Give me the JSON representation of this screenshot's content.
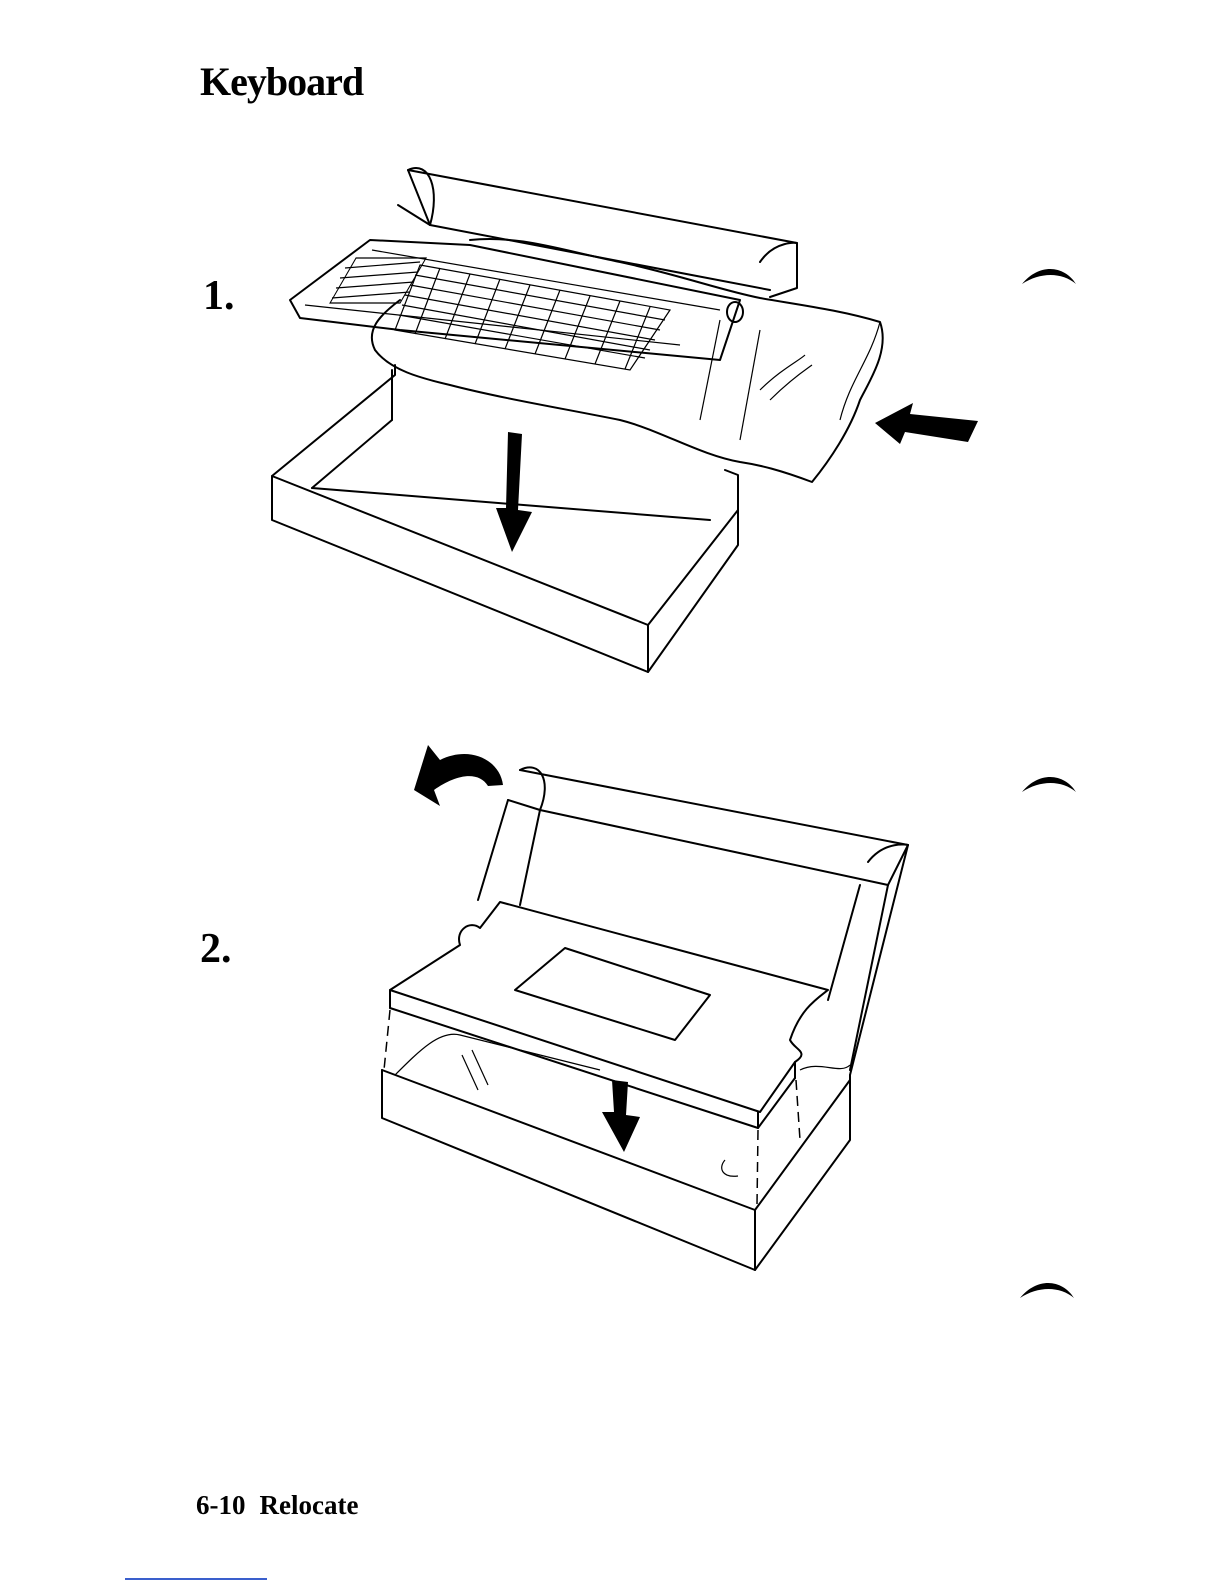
{
  "header": {
    "title": "Keyboard"
  },
  "steps": [
    {
      "number": "1."
    },
    {
      "number": "2."
    }
  ],
  "footer": {
    "page_number": "6-10",
    "section": "Relocate"
  },
  "illustrations": [
    {
      "name": "keyboard-in-bag-into-box",
      "arrow_icons": [
        "down-arrow-icon",
        "left-arrow-icon"
      ]
    },
    {
      "name": "insert-lid-close-box",
      "arrow_icons": [
        "curved-arrow-icon",
        "down-arrow-icon"
      ]
    }
  ],
  "colors": {
    "ink": "#000000",
    "paper": "#ffffff",
    "rule": "#3a5fcd"
  }
}
